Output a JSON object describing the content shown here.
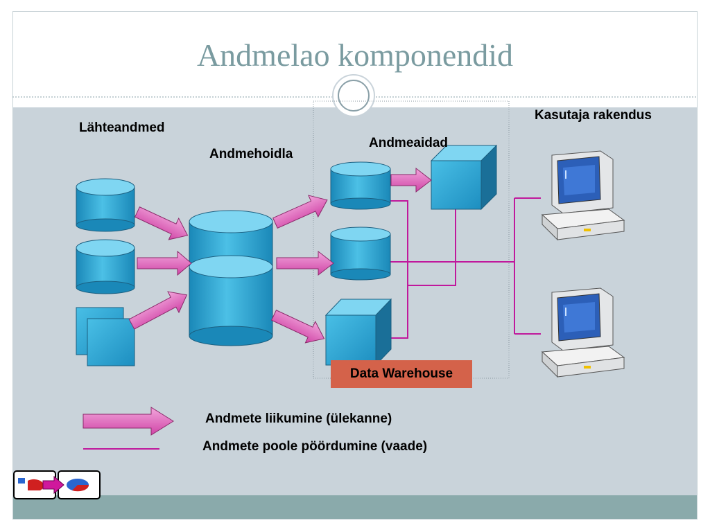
{
  "slide": {
    "title": "Andmelao komponendid"
  },
  "labels": {
    "sources": "Lähteandmed",
    "storage": "Andmehoidla",
    "marts": "Andmeaidad",
    "user_apps": "Kasutaja rakendus",
    "warehouse": "Data Warehouse"
  },
  "legend": {
    "transfer": "Andmete liikumine (ülekanne)",
    "access": "Andmete poole pöördumine (vaade)"
  },
  "colors": {
    "title": "#7a9ba0",
    "content_bg": "#c9d3da",
    "footer": "#8aaaab",
    "cylinder": "#2aa4d0",
    "arrow": "#e060b8",
    "access_line": "#c0189c",
    "warehouse_box": "#d4624a"
  },
  "icons": [
    "cylinder-icon",
    "cube-icon",
    "computer-icon",
    "arrow-icon",
    "pie-chart-icon"
  ]
}
